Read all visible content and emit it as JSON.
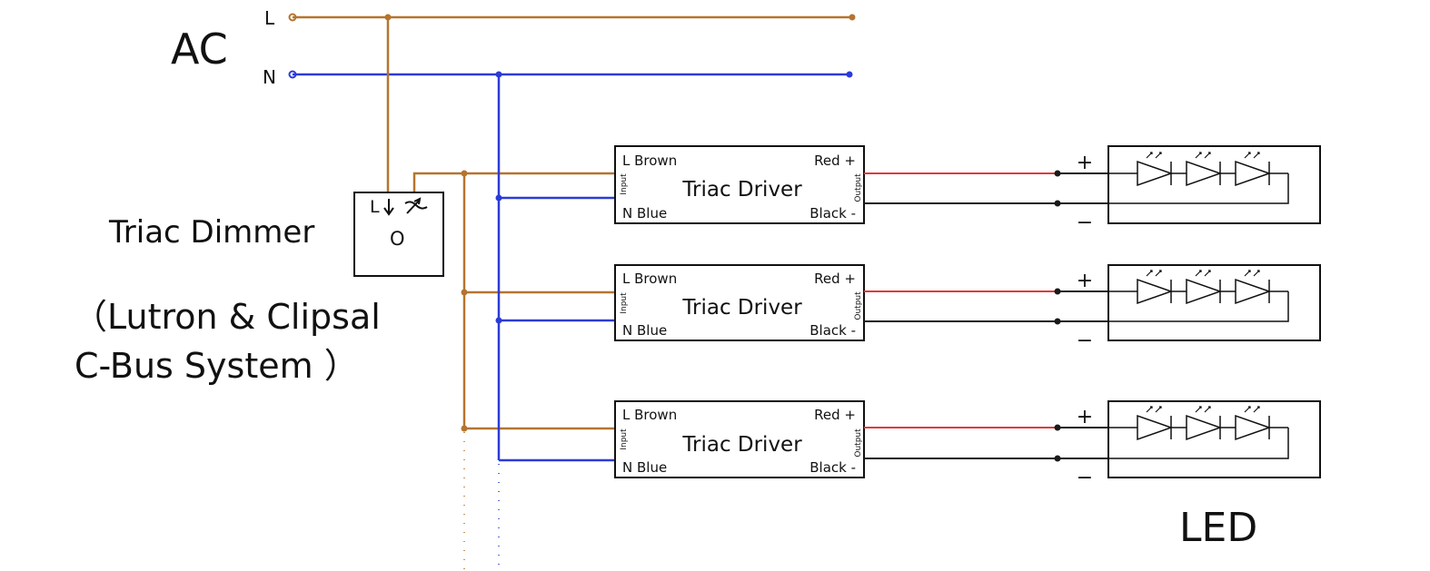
{
  "ac": {
    "title": "AC",
    "line_label": "L",
    "neutral_label": "N"
  },
  "dimmer": {
    "title": "Triac Dimmer",
    "terminal_label": "L",
    "knob_label": "O",
    "subtitle_line1": "（Lutron & Clipsal",
    "subtitle_line2": "C-Bus System ）"
  },
  "drivers": [
    {
      "title": "Triac Driver",
      "l_label": "L Brown",
      "n_label": "N Blue",
      "pos_label": "Red +",
      "neg_label": "Black -",
      "input_label": "Input",
      "output_label": "Output"
    },
    {
      "title": "Triac Driver",
      "l_label": "L Brown",
      "n_label": "N Blue",
      "pos_label": "Red +",
      "neg_label": "Black -",
      "input_label": "Input",
      "output_label": "Output"
    },
    {
      "title": "Triac Driver",
      "l_label": "L Brown",
      "n_label": "N Blue",
      "pos_label": "Red +",
      "neg_label": "Black -",
      "input_label": "Input",
      "output_label": "Output"
    }
  ],
  "leds": [
    {
      "plus": "+",
      "minus": "−"
    },
    {
      "plus": "+",
      "minus": "−"
    },
    {
      "plus": "+",
      "minus": "−"
    }
  ],
  "led_label": "LED",
  "colors": {
    "live": "#b5742e",
    "neutral": "#2b3bd9",
    "positive": "#dd3b3b",
    "negative": "#1a1a1a",
    "outline": "#111111"
  }
}
